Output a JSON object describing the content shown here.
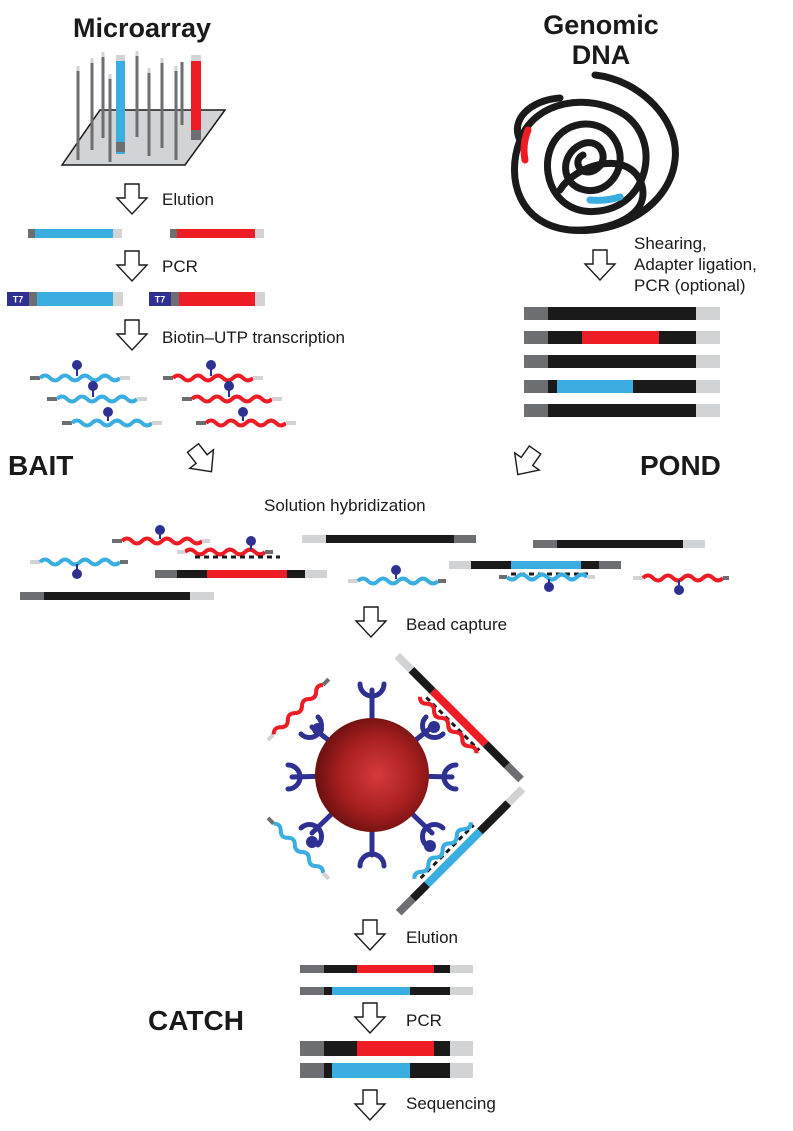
{
  "headings": {
    "microarray": "Microarray",
    "genomic_line1": "Genomic",
    "genomic_line2": "DNA",
    "bait": "BAIT",
    "pond": "POND",
    "catch": "CATCH"
  },
  "steps": {
    "elution_1": "Elution",
    "pcr_1": "PCR",
    "transcription": "Biotin–UTP transcription",
    "shearing": "Shearing,",
    "adapter": "Adapter ligation,",
    "pcr_optional": "PCR (optional)",
    "hybridization": "Solution hybridization",
    "bead_capture": "Bead capture",
    "elution_2": "Elution",
    "pcr_2": "PCR",
    "sequencing": "Sequencing"
  },
  "t7_label": "T7",
  "colors": {
    "blue": "#3aaee0",
    "red": "#ee1c25",
    "black": "#1a1a1a",
    "dark_gray": "#6d6e71",
    "light_gray": "#d1d3d4",
    "navy": "#2e3192",
    "bead": "#9e1b1b"
  }
}
